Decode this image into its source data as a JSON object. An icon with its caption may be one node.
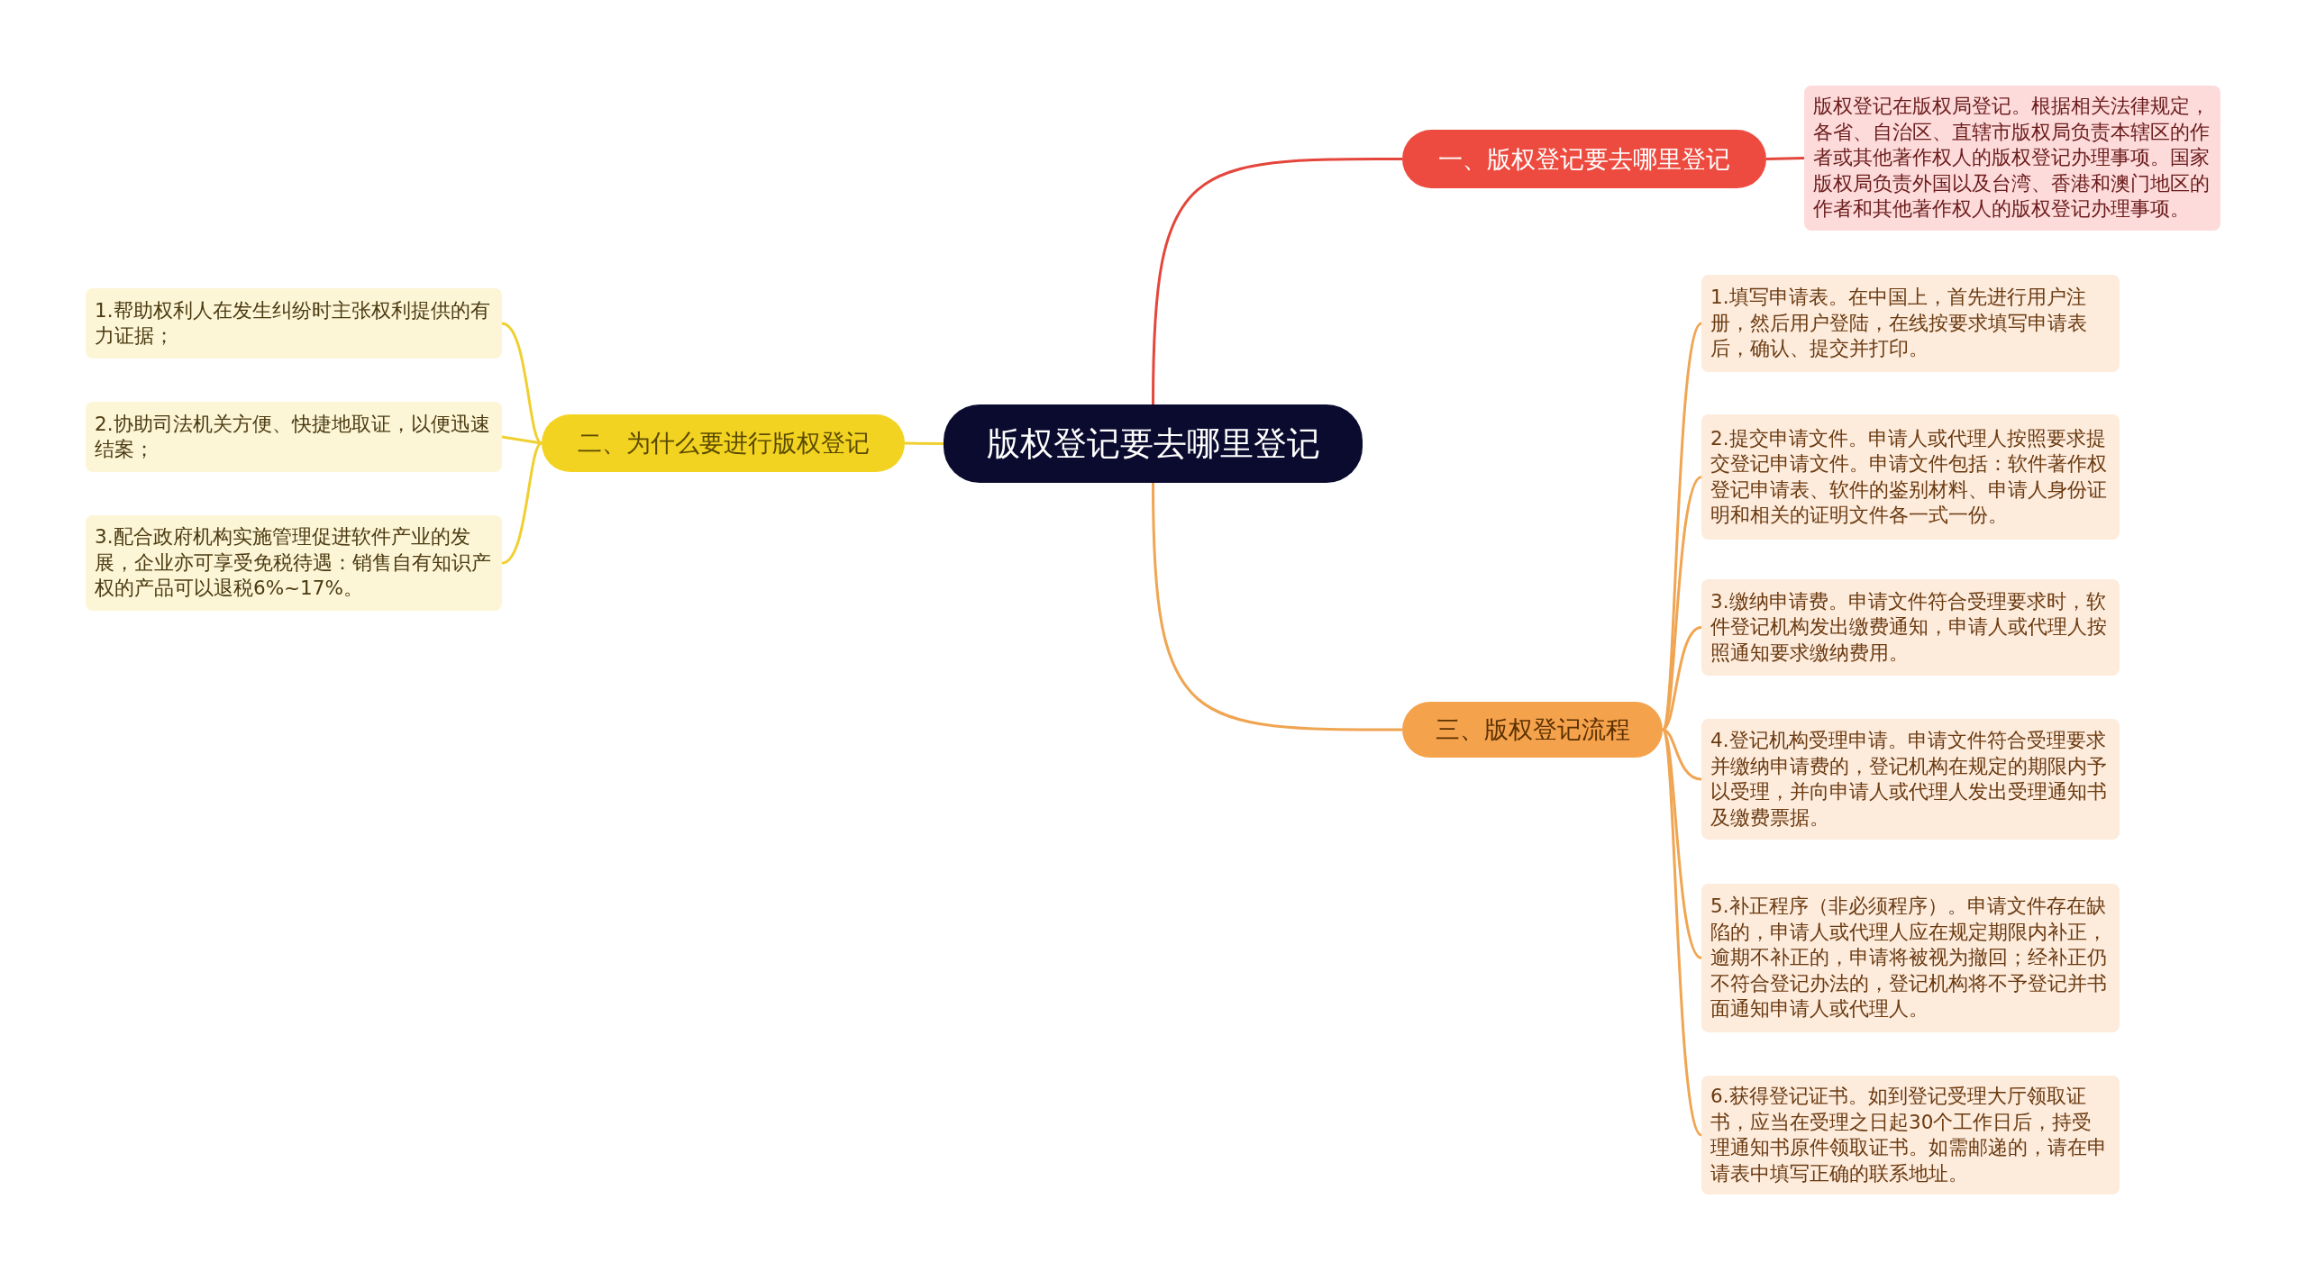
{
  "diagram": {
    "nodes": [
      {
        "text": [
          "版权登记要去哪里登记"
        ]
      },
      {
        "text": [
          "一、版权登记要去哪里登记"
        ]
      },
      {
        "text": [
          "版权登记在版权局登记。根据相关法律规定，各省、自治区、直辖市版权局负责本辖区的作者或其他著作权人的版权登记办理事项。国家版权局负责外国以及台湾、香港和澳门地区的作者和其他著作权人的版权登记办理事项。"
        ]
      },
      {
        "text": [
          "二、为什么要进行版权登记"
        ]
      },
      {
        "text": [
          "1.帮助权利人在发生纠纷时主张权利提供的有力证据；"
        ]
      },
      {
        "text": [
          "2.协助司法机关方便、快捷地取证，以便迅速结案；"
        ]
      },
      {
        "text": [
          "3.配合政府机构实施管理促进软件产业的发展，企业亦可享受免税待遇：销售自有知识产权的产品可以退税6%~17%。"
        ]
      },
      {
        "text": [
          "三、版权登记流程"
        ]
      },
      {
        "text": [
          "1.填写申请表。在中国上，首先进行用户注册，然后用户登陆，在线按要求填写申请表后，确认、提交并打印。"
        ]
      },
      {
        "text": [
          "2.提交申请文件。申请人或代理人按照要求提交登记申请文件。申请文件包括：软件著作权登记申请表、软件的鉴别材料、申请人身份证明和相关的证明文件各一式一份。"
        ]
      },
      {
        "text": [
          "3.缴纳申请费。申请文件符合受理要求时，软件登记机构发出缴费通知，申请人或代理人按照通知要求缴纳费用。"
        ]
      },
      {
        "text": [
          "4.登记机构受理申请。申请文件符合受理要求并缴纳申请费的，登记机构在规定的期限内予以受理，并向申请人或代理人发出受理通知书及缴费票据。"
        ]
      },
      {
        "text": [
          "5.补正程序（非必须程序）。申请文件存在缺陷的，申请人或代理人应在规定期限内补正，逾期不补正的，申请将被视为撤回；经补正仍不符合登记办法的，登记机构将不予登记并书面通知申请人或代理人。"
        ]
      },
      {
        "text": [
          "6.获得登记证书。如到登记受理大厅领取证书，应当在受理之日起30个工作日后，持受理通知书原件领取证书。如需邮递的，请在申请表中填写正确的联系地址。"
        ]
      }
    ],
    "edges": [
      {
        "from": 0,
        "to": 1,
        "arrow": "none",
        "color": "#e4463c"
      },
      {
        "from": 1,
        "to": 2,
        "arrow": "none",
        "color": "#e4463c"
      },
      {
        "from": 0,
        "to": 3,
        "arrow": "none",
        "color": "#f0d030"
      },
      {
        "from": 3,
        "to": 4,
        "arrow": "none",
        "color": "#f0d030"
      },
      {
        "from": 3,
        "to": 5,
        "arrow": "none",
        "color": "#f0d030"
      },
      {
        "from": 3,
        "to": 6,
        "arrow": "none",
        "color": "#f0d030"
      },
      {
        "from": 0,
        "to": 7,
        "arrow": "none"
      },
      {
        "from": 7,
        "to": 8,
        "arrow": "none"
      },
      {
        "from": 7,
        "to": 9,
        "arrow": "none"
      },
      {
        "from": 7,
        "to": 10,
        "arrow": "none"
      },
      {
        "from": 7,
        "to": 11,
        "arrow": "none"
      },
      {
        "from": 7,
        "to": 12,
        "arrow": "none"
      },
      {
        "from": 7,
        "to": 13,
        "arrow": "none"
      }
    ]
  }
}
